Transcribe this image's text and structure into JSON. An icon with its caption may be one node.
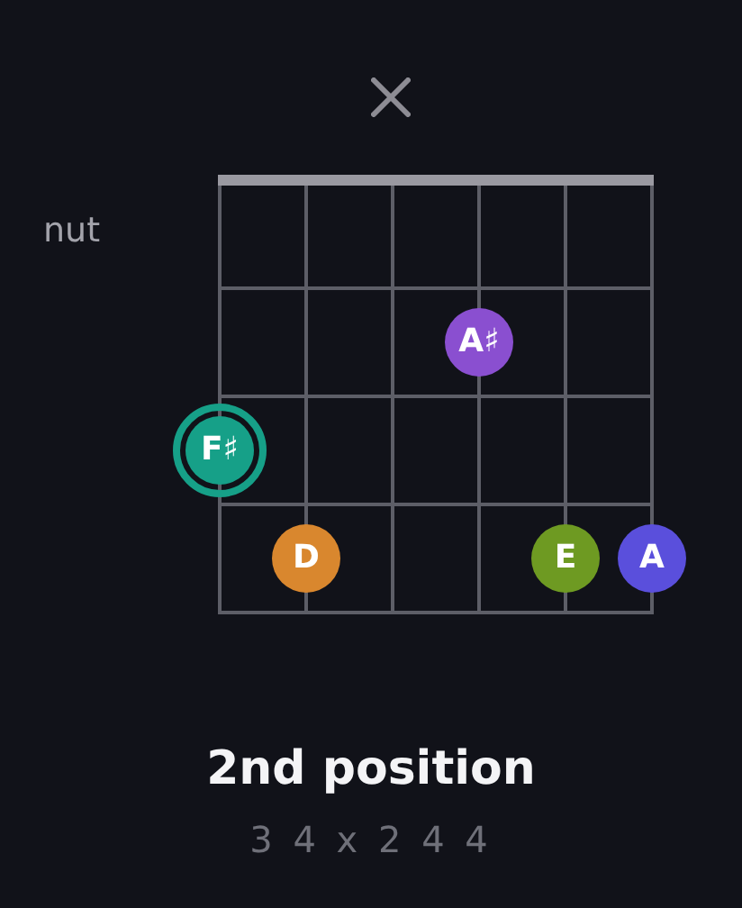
{
  "diagram": {
    "title": "2nd position",
    "nodes": [
      {
        "text": [
          "A♯"
        ]
      },
      {
        "text": [
          "F♯"
        ]
      },
      {
        "text": [
          "D"
        ]
      },
      {
        "text": [
          "E"
        ]
      },
      {
        "text": [
          "A"
        ]
      }
    ],
    "edges": [],
    "labels": [
      "nut",
      "3 4 x 2 4 4"
    ]
  }
}
